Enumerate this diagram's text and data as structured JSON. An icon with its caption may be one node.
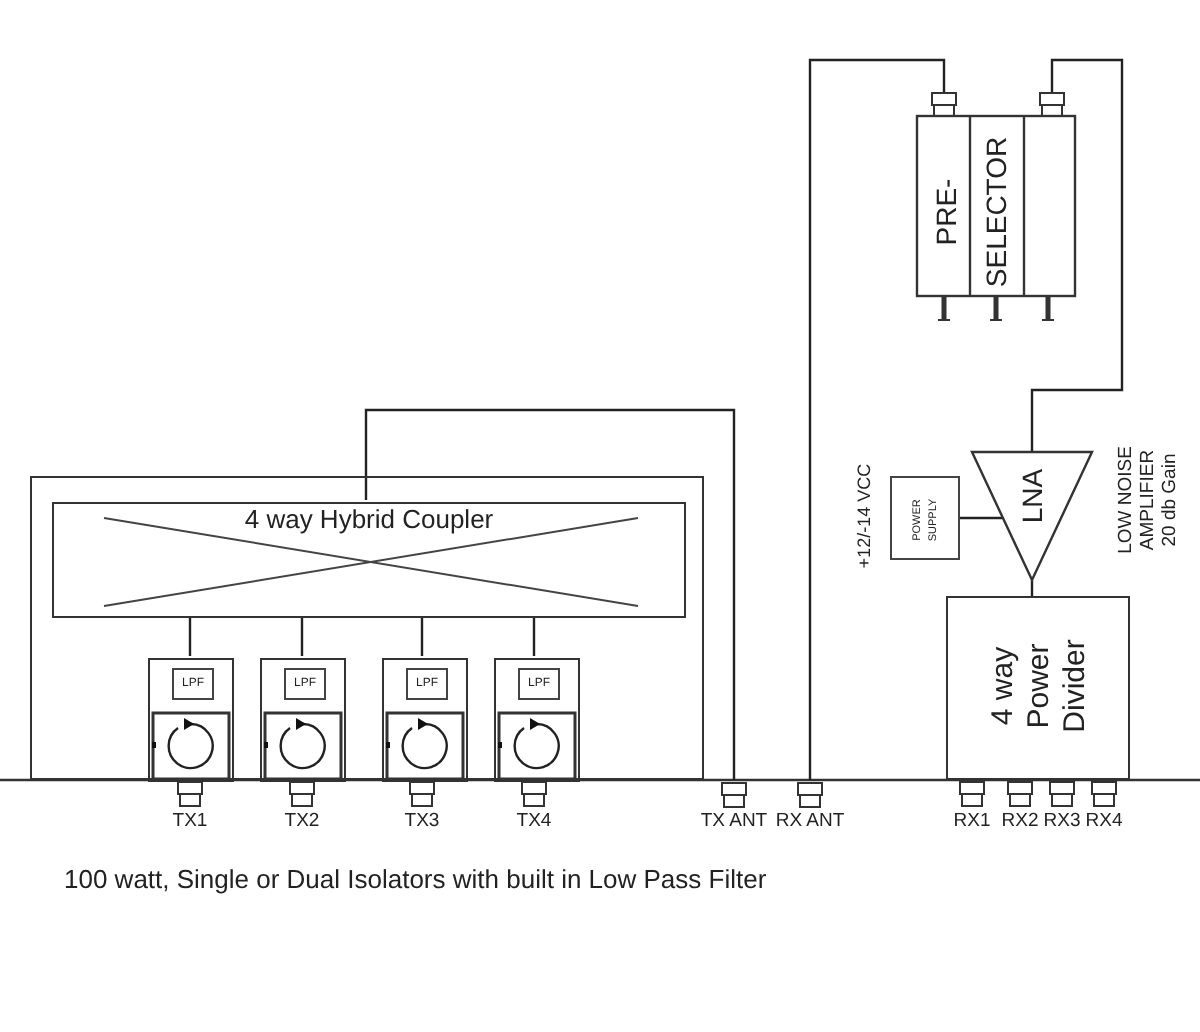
{
  "diagram": {
    "caption": "100 watt, Single or Dual Isolators with built in Low Pass Filter",
    "nodes": [
      {
        "text": [],
        "shape": "box"
      },
      {
        "text": [
          "4 way Hybrid Coupler"
        ],
        "in": 0
      },
      {
        "text": [],
        "shape": "box",
        "in": 0
      },
      {
        "text": [
          "LPF"
        ],
        "in": 2
      },
      {
        "text": [],
        "shape": "box",
        "in": 0
      },
      {
        "text": [
          "LPF"
        ],
        "in": 4
      },
      {
        "text": [],
        "shape": "box",
        "in": 0
      },
      {
        "text": [
          "LPF"
        ],
        "in": 6
      },
      {
        "text": [],
        "shape": "box",
        "in": 0
      },
      {
        "text": [
          "LPF"
        ],
        "in": 8
      },
      {
        "text": [
          "TX ANT"
        ]
      },
      {
        "text": [
          "RX ANT"
        ]
      },
      {
        "text": [
          "PRE- SELECTOR"
        ]
      },
      {
        "text": [
          "POWER SUPPLY"
        ],
        "beside": [
          "+12/-14 VCC"
        ]
      },
      {
        "text": [
          "LNA"
        ],
        "beside": [
          "LOW NOISE AMPLIFIER 20 db Gain"
        ]
      },
      {
        "text": [
          "4 way Power Divider"
        ]
      }
    ],
    "edges": [
      {
        "from": 1,
        "to": 2,
        "arrow": "none"
      },
      {
        "from": 1,
        "to": 4,
        "arrow": "none"
      },
      {
        "from": 1,
        "to": 6,
        "arrow": "none"
      },
      {
        "from": 1,
        "to": 8,
        "arrow": "none"
      },
      {
        "from": 1,
        "to": 10,
        "arrow": "none"
      },
      {
        "from": 11,
        "to": 12,
        "arrow": "none"
      },
      {
        "from": 12,
        "to": 14,
        "arrow": "none"
      },
      {
        "from": 13,
        "to": 14,
        "arrow": "none"
      },
      {
        "from": 14,
        "to": 15,
        "arrow": "none"
      }
    ],
    "labels": [
      "TX1",
      "TX2",
      "TX3",
      "TX4",
      "RX1",
      "RX2",
      "RX3",
      "RX4"
    ]
  }
}
